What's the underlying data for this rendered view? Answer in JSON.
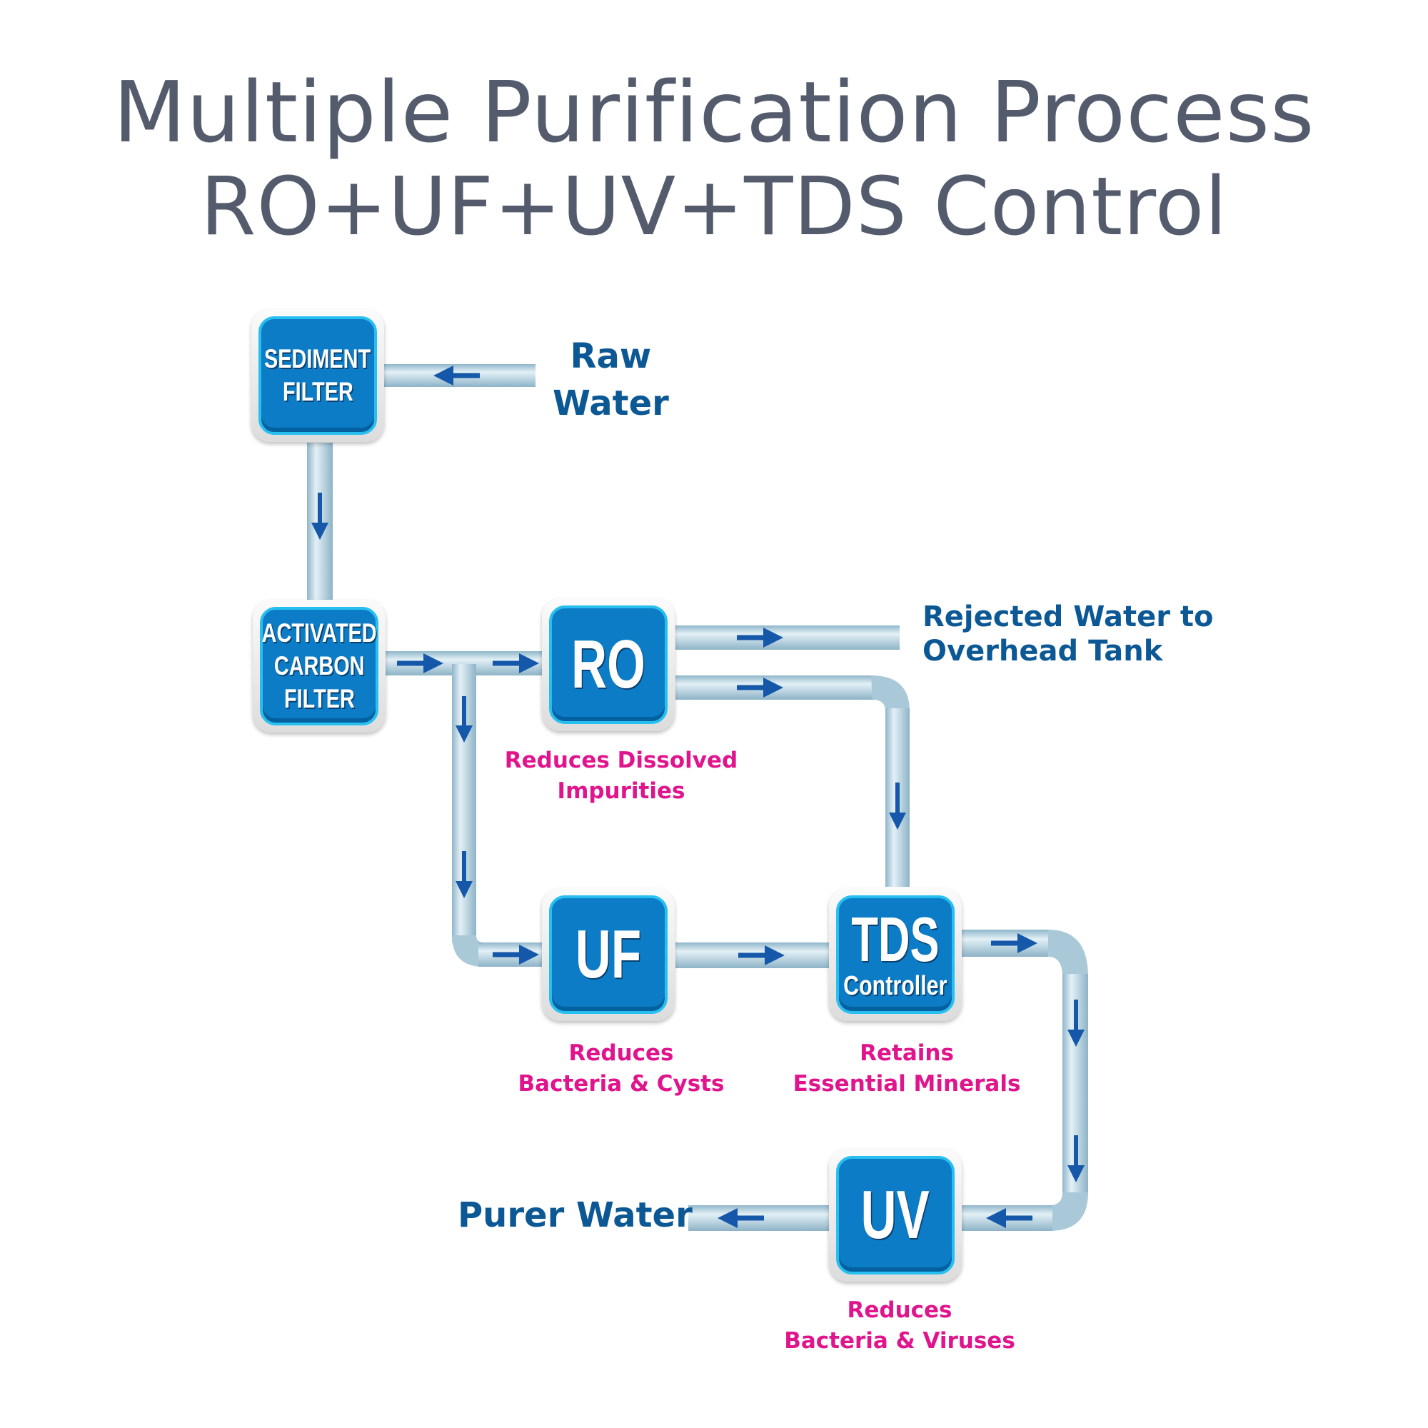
{
  "title": {
    "line1": "Multiple Purification Process",
    "line2": "RO+UF+UV+TDS Control"
  },
  "colors": {
    "title": "#545b6c",
    "node_fill": "#0b7cc5",
    "node_rim": "#27bff0",
    "pipe": "#b9d5e3",
    "arrow": "#1557a8",
    "external_label": "#0b5895",
    "description": "#e0148c"
  },
  "nodes": {
    "sediment": {
      "line1": "SEDIMENT",
      "line2": "FILTER"
    },
    "carbon": {
      "line1": "ACTIVATED",
      "line2": "CARBON",
      "line3": "FILTER"
    },
    "ro": {
      "label": "RO"
    },
    "uf": {
      "label": "UF"
    },
    "tds": {
      "line1": "TDS",
      "line2": "Controller"
    },
    "uv": {
      "label": "UV"
    }
  },
  "external": {
    "raw_water": {
      "line1": "Raw",
      "line2": "Water"
    },
    "rejected": {
      "line1": "Rejected Water to",
      "line2": "Overhead Tank"
    },
    "purer_water": "Purer Water"
  },
  "descriptions": {
    "ro": {
      "line1": "Reduces Dissolved",
      "line2": "Impurities"
    },
    "uf": {
      "line1": "Reduces",
      "line2": "Bacteria & Cysts"
    },
    "tds": {
      "line1": "Retains",
      "line2": "Essential Minerals"
    },
    "uv": {
      "line1": "Reduces",
      "line2": "Bacteria & Viruses"
    }
  },
  "flow": [
    {
      "from": "Raw Water",
      "to": "SEDIMENT FILTER"
    },
    {
      "from": "SEDIMENT FILTER",
      "to": "ACTIVATED CARBON FILTER"
    },
    {
      "from": "ACTIVATED CARBON FILTER",
      "to": "RO"
    },
    {
      "from": "ACTIVATED CARBON FILTER",
      "to": "UF"
    },
    {
      "from": "RO",
      "to": "Rejected Water to Overhead Tank"
    },
    {
      "from": "RO",
      "to": "TDS Controller"
    },
    {
      "from": "UF",
      "to": "TDS Controller"
    },
    {
      "from": "TDS Controller",
      "to": "UV"
    },
    {
      "from": "UV",
      "to": "Purer Water"
    }
  ]
}
